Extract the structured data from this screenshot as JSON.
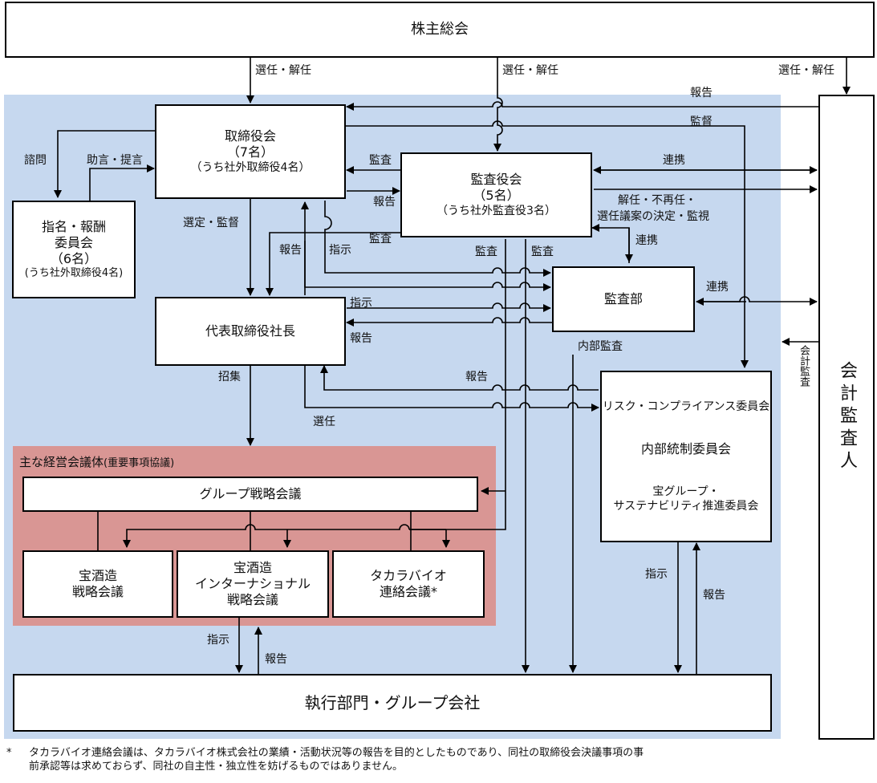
{
  "nodes": {
    "shareholders": "株主総会",
    "board": {
      "l1": "取締役会",
      "l2": "（7名）",
      "l3": "（うち社外取締役4名）"
    },
    "audit_board": {
      "l1": "監査役会",
      "l2": "（5名）",
      "l3": "（うち社外監査役3名）"
    },
    "nomination": {
      "l1": "指名・報酬",
      "l2": "委員会",
      "l3": "（6名）",
      "l4": "(うち社外取締役4名)"
    },
    "president": "代表取締役社長",
    "audit_dept": "監査部",
    "committees": {
      "l1": "リスク・コンプライアンス委員会",
      "l2": "内部統制委員会",
      "l3": "宝グループ・",
      "l4": "サステナビリティ推進委員会"
    },
    "auditor": "会計監査人",
    "mgmt_title": "主な経営会議体",
    "mgmt_sub": "(重要事項協議)",
    "group_strategy": "グループ戦略会議",
    "takara_shuzo": {
      "l1": "宝酒造",
      "l2": "戦略会議"
    },
    "takara_intl": {
      "l1": "宝酒造",
      "l2": "インターナショナル",
      "l3": "戦略会議"
    },
    "takara_bio": {
      "l1": "タカラバイオ",
      "l2": "連絡会議*"
    },
    "execution": "執行部門・グループ会社"
  },
  "labels": {
    "elect1": "選任・解任",
    "elect2": "選任・解任",
    "elect3": "選任・解任",
    "report_top": "報告",
    "audit_top": "監督",
    "consult": "諮問",
    "advise": "助言・提言",
    "audit1": "監査",
    "report1": "報告",
    "audit2": "監査",
    "coop1": "連携",
    "dismiss": "解任・不再任・",
    "dismiss2": "選任議案の決定・監視",
    "coop2": "連携",
    "select_supervise": "選定・監督",
    "report2": "報告",
    "instruct1": "指示",
    "audit3": "監査",
    "audit4": "監査",
    "coop3": "連携",
    "instruct2": "指示",
    "report3": "報告",
    "internal_audit": "内部監査",
    "convene": "招集",
    "report4": "報告",
    "appoint": "選任",
    "accounting_audit": "会計監査",
    "instruct3": "指示",
    "report5": "報告",
    "instruct4": "指示",
    "report6": "報告"
  },
  "footnote": {
    "mark": "*",
    "line1": "タカラバイオ連絡会議は、タカラバイオ株式会社の業績・活動状況等の報告を目的としたものであり、同社の取締役会決議事項の事",
    "line2": "前承認等は求めておらず、同社の自主性・独立性を妨げるものではありません。"
  },
  "colors": {
    "blue_bg": "#c6d8ef",
    "pink_bg": "#d99694"
  }
}
